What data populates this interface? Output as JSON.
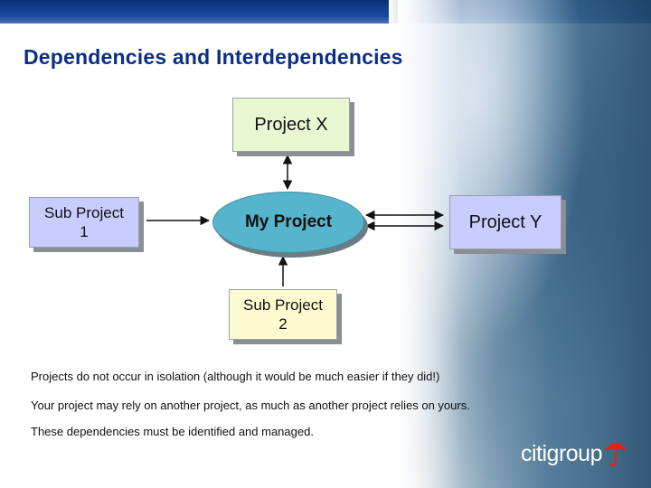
{
  "title": "Dependencies and Interdependencies",
  "diagram": {
    "project_x": "Project X",
    "project_y": "Project Y",
    "my_project": "My Project",
    "sub_project_1": "Sub Project 1",
    "sub_project_2": "Sub Project 2"
  },
  "notes": [
    "Projects do not occur in isolation (although it would be much easier if they did!)",
    "Your project may rely on another project, as much as another project relies on yours.",
    "These dependencies must be identified and managed."
  ],
  "logo": {
    "text": "citigroup",
    "icon": "umbrella-icon",
    "accent_color": "#e2231a"
  },
  "colors": {
    "title": "#0b2f86",
    "header_bar": "#1d4aa0"
  }
}
